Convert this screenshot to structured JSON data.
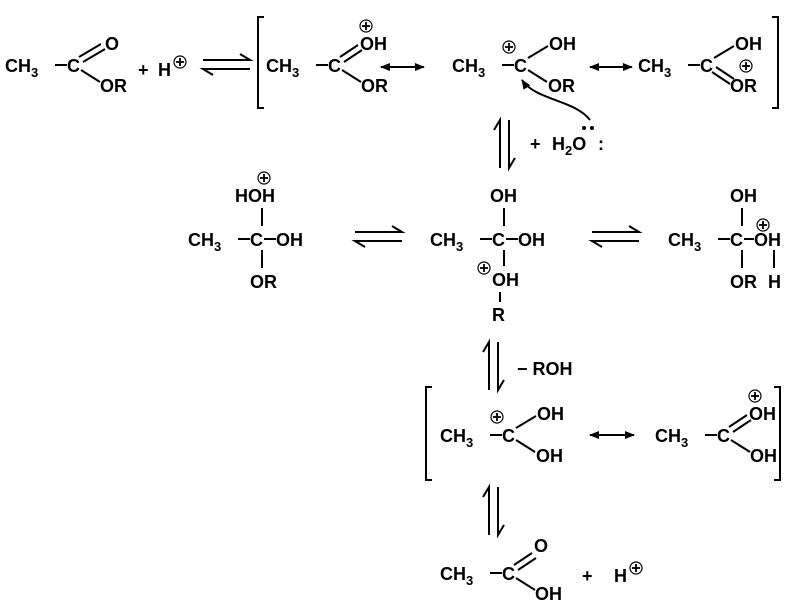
{
  "diagram": {
    "title": "Acid-catalyzed ester hydrolysis mechanism",
    "step1": {
      "ester": {
        "group": "CH3",
        "carbon": "C",
        "carbonyl_o": "O",
        "alkoxy": "OR"
      },
      "plus": "+",
      "proton": "H",
      "resonance_a": {
        "group": "CH3",
        "carbon": "C",
        "top": "OH",
        "bottom": "OR"
      },
      "resonance_b": {
        "group": "CH3",
        "carbon": "C",
        "top": "OH",
        "bottom": "OR"
      },
      "resonance_c": {
        "group": "CH3",
        "carbon": "C",
        "top": "OH",
        "bottom": "OR"
      }
    },
    "step2_reagent": {
      "plus": "+",
      "water": "H2O",
      "lone_pairs": ":"
    },
    "step3": {
      "left": {
        "group": "CH3",
        "carbon": "C",
        "top": "HOH",
        "right": "OH",
        "bottom": "OR"
      },
      "middle": {
        "group": "CH3",
        "carbon": "C",
        "top": "OH",
        "right": "OH",
        "bottom": "OH",
        "r": "R"
      },
      "right": {
        "group": "CH3",
        "carbon": "C",
        "top": "OH",
        "right": "OH",
        "bottom": "OR",
        "h": "H"
      }
    },
    "step4_reagent": {
      "label": "− ROH"
    },
    "step5": {
      "resonance_a": {
        "group": "CH3",
        "carbon": "C",
        "top": "OH",
        "bottom": "OH"
      },
      "resonance_b": {
        "group": "CH3",
        "carbon": "C",
        "top": "OH",
        "bottom": "OH"
      }
    },
    "product": {
      "group": "CH3",
      "carbon": "C",
      "carbonyl_o": "O",
      "hydroxyl": "OH",
      "plus": "+",
      "proton": "H"
    }
  }
}
